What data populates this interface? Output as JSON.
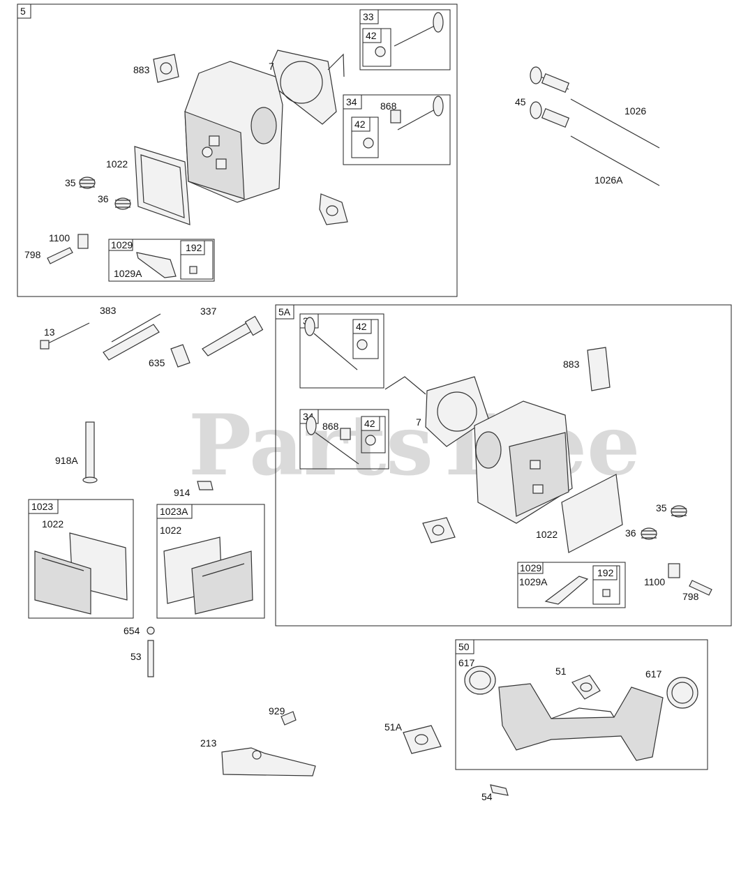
{
  "watermark": "PartsTree",
  "boxes": {
    "b5": "5",
    "b33": "33",
    "b42": "42",
    "b34": "34",
    "b42b": "42",
    "b1029": "1029",
    "b192": "192",
    "b5A": "5A",
    "b33a": "33",
    "b42a": "42",
    "b34a": "34",
    "b42c": "42",
    "b1029a": "1029",
    "b192a": "192",
    "b1023": "1023",
    "b1023A": "1023A",
    "b50": "50"
  },
  "labels": {
    "l883": "883",
    "l7": "7",
    "l868": "868",
    "l1022": "1022",
    "l35": "35",
    "l36": "36",
    "l1100": "1100",
    "l798": "798",
    "l1029A": "1029A",
    "l45": "45",
    "l1026": "1026",
    "l1026A": "1026A",
    "l13": "13",
    "l383": "383",
    "l337": "337",
    "l635": "635",
    "l918A": "918A",
    "l914": "914",
    "l1022b": "1022",
    "l1022c": "1022",
    "l654": "654",
    "l53": "53",
    "l929": "929",
    "l213": "213",
    "a883": "883",
    "a868": "868",
    "a7": "7",
    "a35": "35",
    "a1022": "1022",
    "a36": "36",
    "a1029A": "1029A",
    "a1100": "1100",
    "a798": "798",
    "l617a": "617",
    "l51": "51",
    "l617b": "617",
    "l51A": "51A",
    "l54": "54"
  }
}
